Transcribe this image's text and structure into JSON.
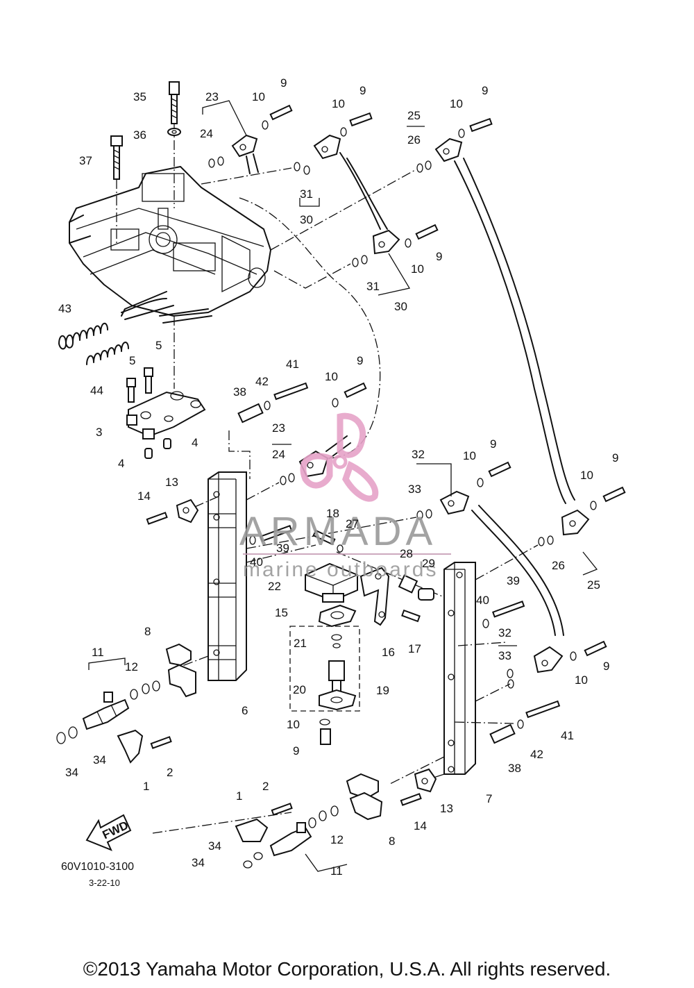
{
  "diagram": {
    "part_code": "60V1010-3100",
    "date": "3-22-10",
    "copyright": "©2013 Yamaha Motor Corporation, U.S.A. All rights reserved.",
    "fwd_label": "FWD",
    "watermark": {
      "brand": "ARMADA",
      "tagline": "marine outboards",
      "logo_color": "#e6a3c8"
    },
    "callouts": [
      {
        "id": "c35",
        "text": "35"
      },
      {
        "id": "c36",
        "text": "36"
      },
      {
        "id": "c37",
        "text": "37"
      },
      {
        "id": "c23a",
        "text": "23"
      },
      {
        "id": "c24a",
        "text": "24"
      },
      {
        "id": "c10a",
        "text": "10"
      },
      {
        "id": "c9a",
        "text": "9"
      },
      {
        "id": "c10b",
        "text": "10"
      },
      {
        "id": "c9b",
        "text": "9"
      },
      {
        "id": "c31a",
        "text": "31"
      },
      {
        "id": "c30a",
        "text": "30"
      },
      {
        "id": "c25a",
        "text": "25"
      },
      {
        "id": "c26a",
        "text": "26"
      },
      {
        "id": "c10c",
        "text": "10"
      },
      {
        "id": "c9c",
        "text": "9"
      },
      {
        "id": "c9d",
        "text": "9"
      },
      {
        "id": "c10d",
        "text": "10"
      },
      {
        "id": "c31b",
        "text": "31"
      },
      {
        "id": "c30b",
        "text": "30"
      },
      {
        "id": "c43",
        "text": "43"
      },
      {
        "id": "c44",
        "text": "44"
      },
      {
        "id": "c5a",
        "text": "5"
      },
      {
        "id": "c5b",
        "text": "5"
      },
      {
        "id": "c3",
        "text": "3"
      },
      {
        "id": "c4a",
        "text": "4"
      },
      {
        "id": "c4b",
        "text": "4"
      },
      {
        "id": "c41a",
        "text": "41"
      },
      {
        "id": "c42a",
        "text": "42"
      },
      {
        "id": "c38a",
        "text": "38"
      },
      {
        "id": "c10e",
        "text": "10"
      },
      {
        "id": "c9e",
        "text": "9"
      },
      {
        "id": "c23b",
        "text": "23"
      },
      {
        "id": "c24b",
        "text": "24"
      },
      {
        "id": "c13a",
        "text": "13"
      },
      {
        "id": "c14a",
        "text": "14"
      },
      {
        "id": "c32a",
        "text": "32"
      },
      {
        "id": "c10f",
        "text": "10"
      },
      {
        "id": "c9f",
        "text": "9"
      },
      {
        "id": "c33a",
        "text": "33"
      },
      {
        "id": "c9g",
        "text": "9"
      },
      {
        "id": "c10g",
        "text": "10"
      },
      {
        "id": "c18",
        "text": "18"
      },
      {
        "id": "c27",
        "text": "27"
      },
      {
        "id": "c39a",
        "text": "39"
      },
      {
        "id": "c40a",
        "text": "40"
      },
      {
        "id": "c28",
        "text": "28"
      },
      {
        "id": "c29",
        "text": "29"
      },
      {
        "id": "c22",
        "text": "22"
      },
      {
        "id": "c26b",
        "text": "26"
      },
      {
        "id": "c25b",
        "text": "25"
      },
      {
        "id": "c15",
        "text": "15"
      },
      {
        "id": "c16",
        "text": "16"
      },
      {
        "id": "c17",
        "text": "17"
      },
      {
        "id": "c21",
        "text": "21"
      },
      {
        "id": "c19",
        "text": "19"
      },
      {
        "id": "c20",
        "text": "20"
      },
      {
        "id": "c10h",
        "text": "10"
      },
      {
        "id": "c9h",
        "text": "9"
      },
      {
        "id": "c39b",
        "text": "39"
      },
      {
        "id": "c40b",
        "text": "40"
      },
      {
        "id": "c32b",
        "text": "32"
      },
      {
        "id": "c33b",
        "text": "33"
      },
      {
        "id": "c9i",
        "text": "9"
      },
      {
        "id": "c10i",
        "text": "10"
      },
      {
        "id": "c41b",
        "text": "41"
      },
      {
        "id": "c42b",
        "text": "42"
      },
      {
        "id": "c38b",
        "text": "38"
      },
      {
        "id": "c8a",
        "text": "8"
      },
      {
        "id": "c11a",
        "text": "11"
      },
      {
        "id": "c12a",
        "text": "12"
      },
      {
        "id": "c6",
        "text": "6"
      },
      {
        "id": "c34a",
        "text": "34"
      },
      {
        "id": "c34b",
        "text": "34"
      },
      {
        "id": "c1a",
        "text": "1"
      },
      {
        "id": "c2a",
        "text": "2"
      },
      {
        "id": "c7",
        "text": "7"
      },
      {
        "id": "c13b",
        "text": "13"
      },
      {
        "id": "c14b",
        "text": "14"
      },
      {
        "id": "c8b",
        "text": "8"
      },
      {
        "id": "c1b",
        "text": "1"
      },
      {
        "id": "c2b",
        "text": "2"
      },
      {
        "id": "c12b",
        "text": "12"
      },
      {
        "id": "c11b",
        "text": "11"
      },
      {
        "id": "c34c",
        "text": "34"
      },
      {
        "id": "c34d",
        "text": "34"
      }
    ]
  }
}
